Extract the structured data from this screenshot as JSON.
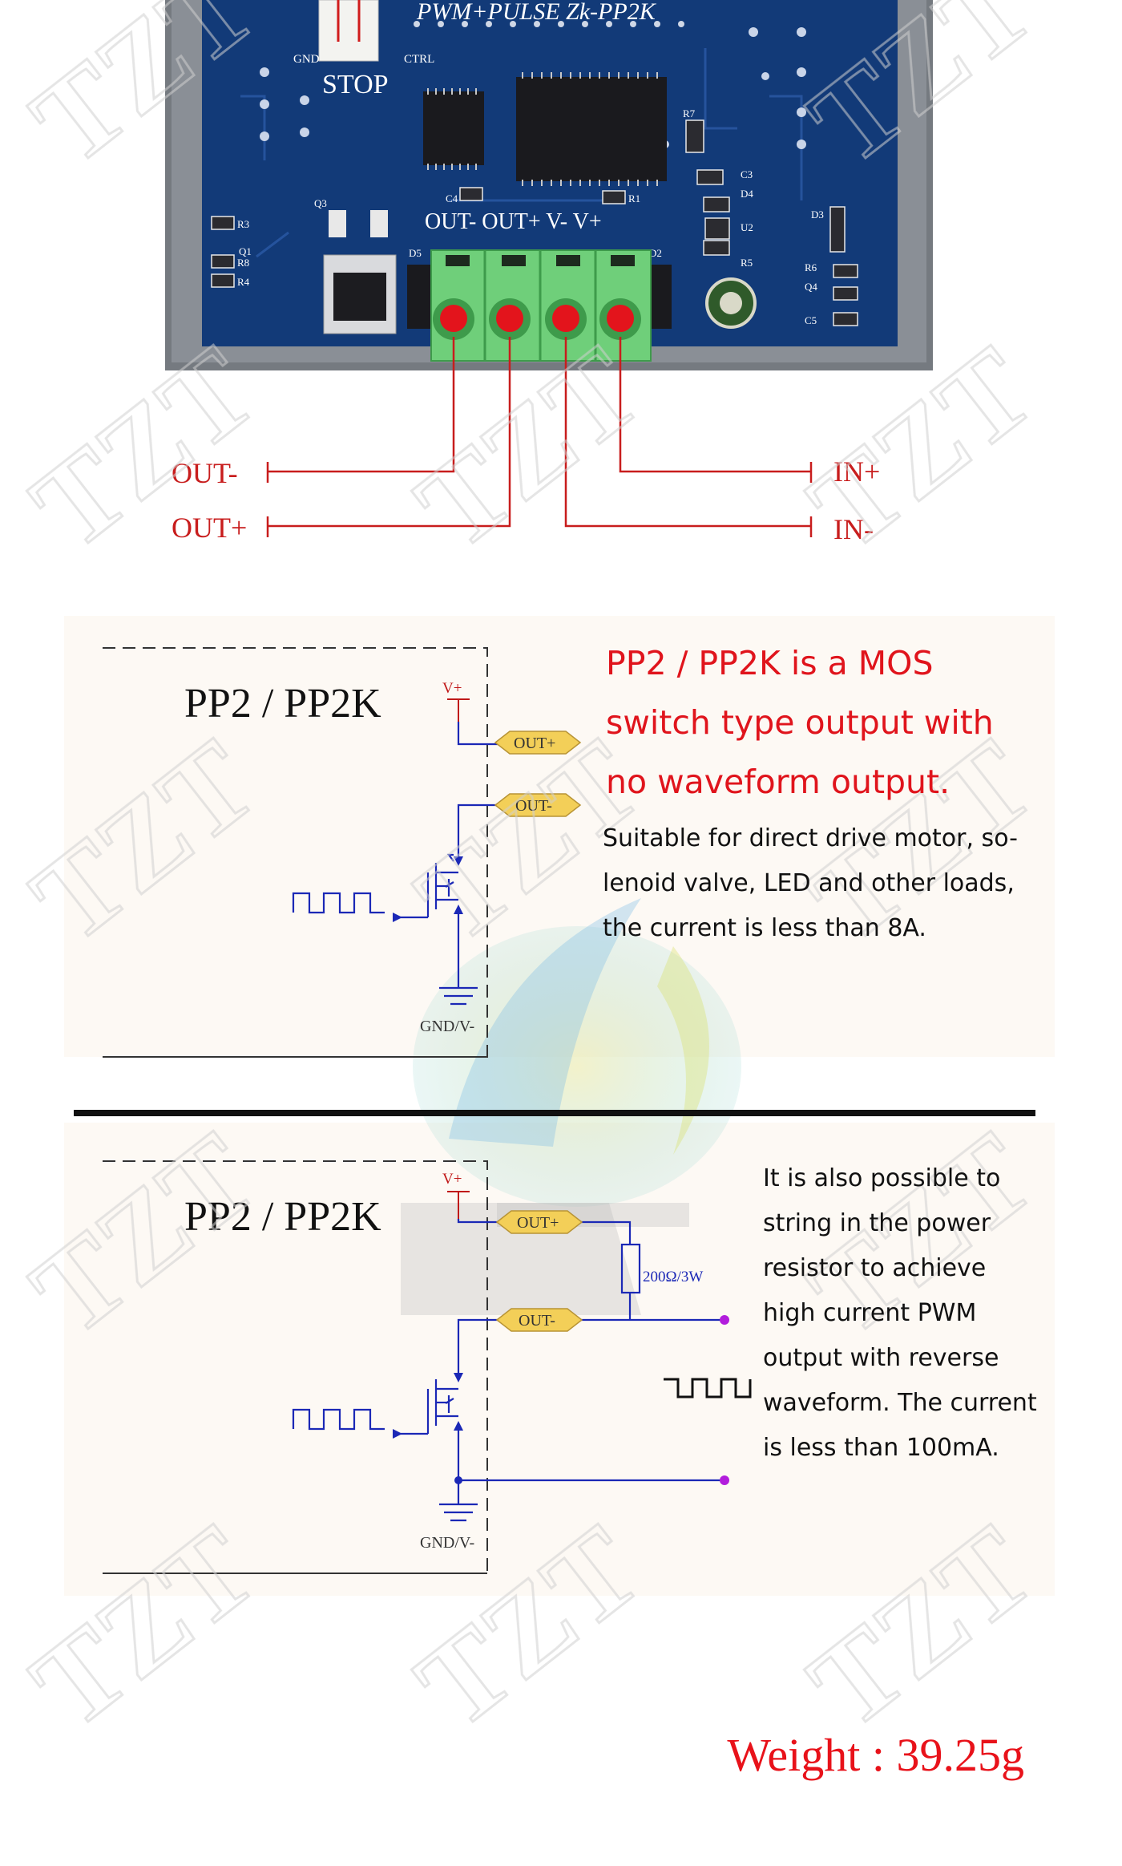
{
  "board": {
    "model_label": "PWM+PULSE   Zk-PP2K",
    "stop_label": "STOP",
    "gnd_label": "GND",
    "ctrl_label": "CTRL",
    "terminal_label": "OUT- OUT+ V-  V+",
    "component_labels": [
      "R7",
      "C3",
      "D4",
      "U2",
      "R5",
      "D3",
      "R6",
      "Q4",
      "C5",
      "R1",
      "C4",
      "Q3",
      "R3",
      "Q1",
      "R8",
      "R4",
      "D5",
      "D2"
    ]
  },
  "wiring": {
    "out_minus": "OUT-",
    "out_plus": "OUT+",
    "in_plus": "IN+",
    "in_minus": "IN-"
  },
  "section1": {
    "title": "PP2 / PP2K",
    "vplus": "V+",
    "out_plus_tag": "OUT+",
    "out_minus_tag": "OUT-",
    "gnd": "GND/V-",
    "heading_lines": [
      "PP2 / PP2K is a MOS",
      "switch type output with",
      "no waveform output."
    ],
    "body_lines": [
      "Suitable for direct drive motor, so-",
      "lenoid valve, LED and other loads,",
      "the current is less than 8A."
    ]
  },
  "section2": {
    "title": "PP2 / PP2K",
    "vplus": "V+",
    "out_plus_tag": "OUT+",
    "out_minus_tag": "OUT-",
    "resistor": "200Ω/3W",
    "gnd": "GND/V-",
    "body_lines": [
      "It is also possible to",
      "string in the power",
      "resistor to achieve",
      "high current PWM",
      "output with reverse",
      "waveform. The current",
      "is less than 100mA."
    ]
  },
  "weight": "Weight : 39.25g",
  "watermark": "TZT",
  "colors": {
    "pcb": "#123a78",
    "terminal": "#6fcf7a",
    "terminal_pin": "#e3141c",
    "wire": "#c81d1d",
    "circuit_line": "#1b28b6",
    "tag_fill": "#f3cf58",
    "heading_red": "#e0141c",
    "weight_red": "#e8121a",
    "node": "#b21ddc"
  }
}
